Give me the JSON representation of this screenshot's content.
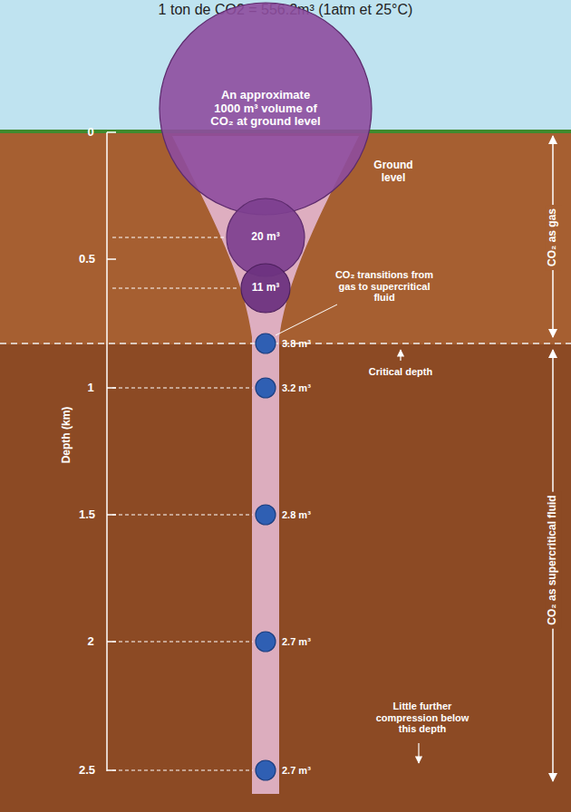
{
  "diagram": {
    "title": "1 ton de CO2 = 556.2m³ (1atm et 25°C)",
    "nodes": [
      {
        "text": [
          "An approximate 1000 m³ volume of CO₂ at ground level"
        ]
      },
      {
        "text": [
          "20 m³"
        ]
      },
      {
        "text": [
          "11 m³"
        ]
      },
      {
        "text": [
          "3.8 m³"
        ]
      },
      {
        "text": [
          "3.2 m³"
        ]
      },
      {
        "text": [
          "2.8 m³"
        ]
      },
      {
        "text": [
          "2.7 m³"
        ]
      },
      {
        "text": [
          "2.7 m³"
        ]
      }
    ],
    "labels": [
      "0",
      "0.5",
      "1",
      "1.5",
      "2",
      "2.5",
      "Depth (km)",
      "Ground level",
      "CO₂ transitions from gas to supercritical fluid",
      "Critical depth",
      "Little further compression below this depth",
      "CO₂ as gas",
      "CO₂ as supercritical fluid"
    ]
  }
}
